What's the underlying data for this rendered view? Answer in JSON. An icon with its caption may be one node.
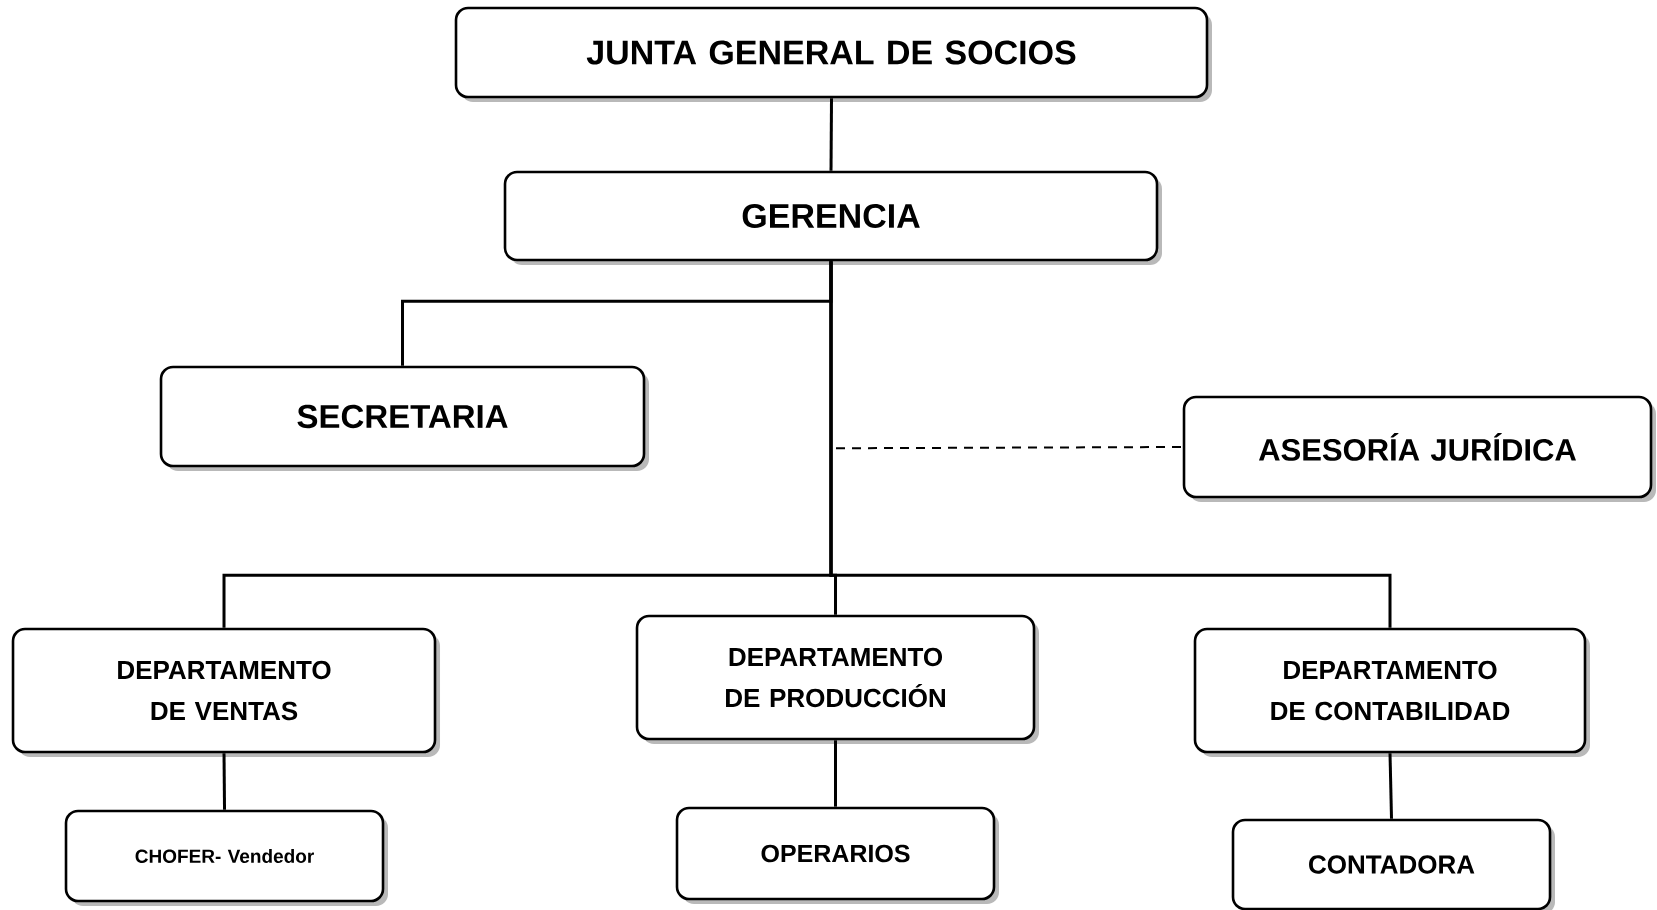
{
  "diagram": {
    "nodes": [
      {
        "text": [
          "JUNTA GENERAL DE SOCIOS"
        ]
      },
      {
        "text": [
          "GERENCIA"
        ]
      },
      {
        "text": [
          "SECRETARIA"
        ]
      },
      {
        "text": [
          "ASESORÍA JURÍDICA"
        ]
      },
      {
        "text": [
          "DEPARTAMENTO DE VENTAS"
        ]
      },
      {
        "text": [
          "DEPARTAMENTO DE PRODUCCIÓN"
        ]
      },
      {
        "text": [
          "DEPARTAMENTO DE CONTABILIDAD"
        ]
      },
      {
        "text": [
          "CHOFER- Vendedor"
        ]
      },
      {
        "text": [
          "OPERARIOS"
        ]
      },
      {
        "text": [
          "CONTADORA"
        ]
      }
    ],
    "edges": [
      {
        "from": 0,
        "to": 1,
        "arrow": "none"
      },
      {
        "from": 1,
        "to": 2,
        "arrow": "none"
      },
      {
        "from": 1,
        "to": 3,
        "arrow": "none",
        "style": "dashed"
      },
      {
        "from": 1,
        "to": 4,
        "arrow": "none"
      },
      {
        "from": 1,
        "to": 5,
        "arrow": "none"
      },
      {
        "from": 1,
        "to": 6,
        "arrow": "none"
      },
      {
        "from": 4,
        "to": 7,
        "arrow": "none"
      },
      {
        "from": 5,
        "to": 8,
        "arrow": "none"
      },
      {
        "from": 6,
        "to": 9,
        "arrow": "none"
      }
    ]
  }
}
